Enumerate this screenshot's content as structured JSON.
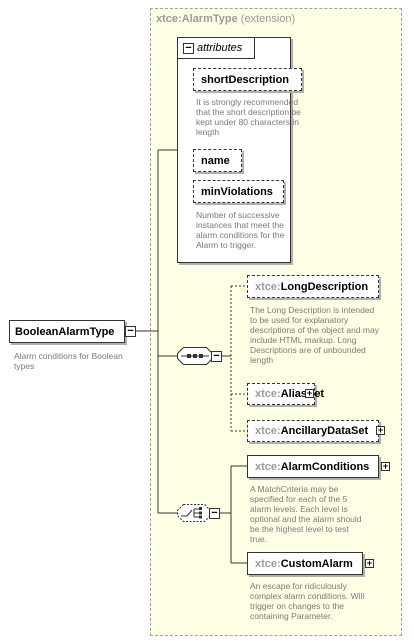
{
  "alarm_type": {
    "namespace": "xtce:",
    "name": "AlarmType",
    "note": "(extension)"
  },
  "attributes": {
    "label": "attributes",
    "items": [
      {
        "name": "shortDescription",
        "description": "It is strongly recommended that the short description be kept under 80 characters in length"
      },
      {
        "name": "name"
      },
      {
        "name": "minViolations",
        "description": "Number of successive instances that meet the alarm conditions for the Alarm to trigger."
      }
    ]
  },
  "root": {
    "name": "BooleanAlarmType",
    "description": "Alarm conditions for Boolean types"
  },
  "sequence": {
    "elements": [
      {
        "namespace": "xtce:",
        "name": "LongDescription",
        "description": "The Long Description is intended to be used for explanatory descriptions of the object and may include HTML markup.  Long Descriptions are of unbounded length"
      },
      {
        "namespace": "xtce:",
        "name": "AliasSet"
      },
      {
        "namespace": "xtce:",
        "name": "AncillaryDataSet"
      }
    ]
  },
  "choice": {
    "elements": [
      {
        "namespace": "xtce:",
        "name": "AlarmConditions",
        "description": "A MatchCriteria may be specified for each of the 5 alarm levels.  Each level is optional and the alarm should be the highest level to test true."
      },
      {
        "namespace": "xtce:",
        "name": "CustomAlarm",
        "description": "An escape for ridiculously complex alarm conditions. Will trigger on changes to the containing Parameter."
      }
    ]
  },
  "colors": {
    "extension_fill": "#ffffe6",
    "extension_border": "#a0a0a0",
    "line": "#333333",
    "annotation_text": "#7a7a7a",
    "namespace_text": "#9a9a9a"
  }
}
